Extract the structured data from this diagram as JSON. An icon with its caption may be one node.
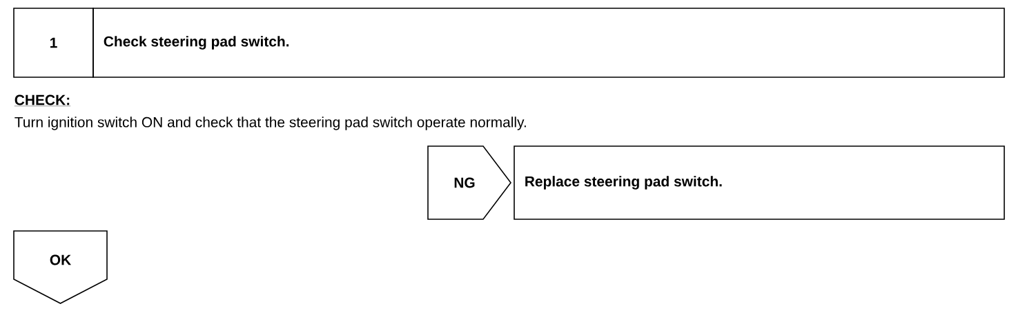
{
  "diagram": {
    "nodes": [
      {
        "text": [
          "1"
        ]
      },
      {
        "text": [
          "Check steering pad switch."
        ]
      },
      {
        "text": [
          "NG"
        ]
      },
      {
        "text": [
          "Replace steering pad switch."
        ]
      },
      {
        "text": [
          "OK"
        ]
      }
    ],
    "labels": [
      "CHECK:",
      "Turn ignition switch ON and check that the steering pad switch operate normally."
    ]
  }
}
